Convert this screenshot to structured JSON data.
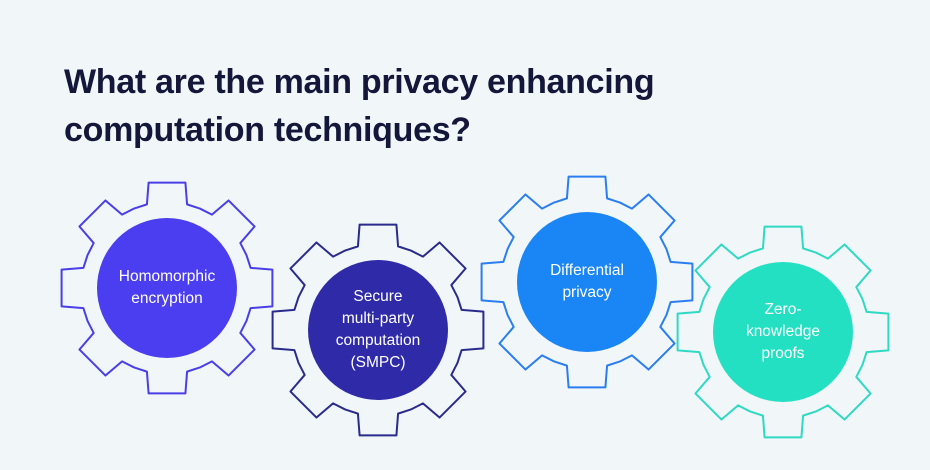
{
  "title": {
    "line1": "What are the main privacy enhancing",
    "line2": "computation techniques?"
  },
  "gears": [
    {
      "label": "Homomorphic\nencryption",
      "outline_color": "#4a3ee6",
      "fill_color": "#4b3df0"
    },
    {
      "label": "Secure\nmulti-party\ncomputation\n(SMPC)",
      "outline_color": "#2a2b8c",
      "fill_color": "#2e2aa8"
    },
    {
      "label": "Differential\nprivacy",
      "outline_color": "#2a7ef0",
      "fill_color": "#1a86f5"
    },
    {
      "label": "Zero-\nknowledge\nproofs",
      "outline_color": "#2fd9c4",
      "fill_color": "#24e0c2"
    }
  ]
}
